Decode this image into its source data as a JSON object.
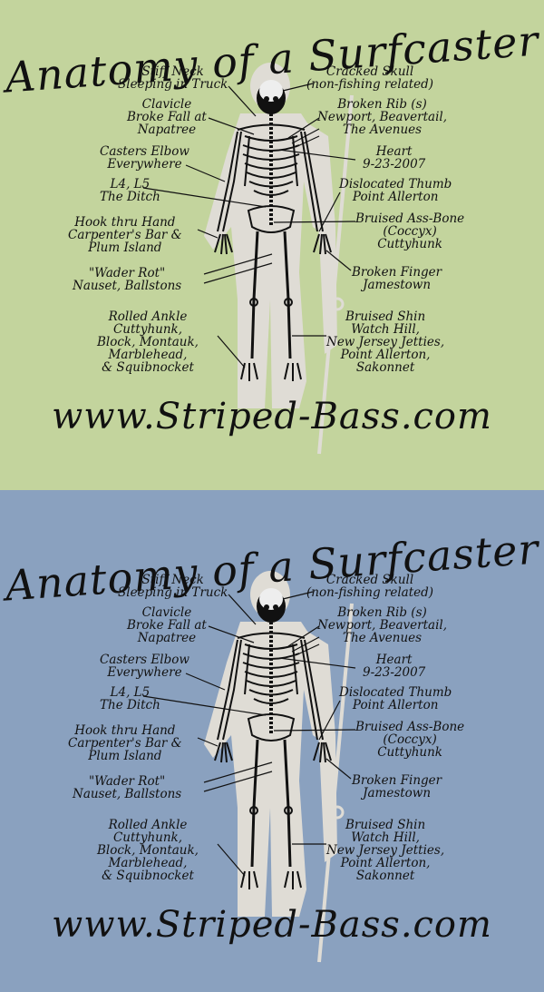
{
  "colors": {
    "top_bg": "#c3d49d",
    "bottom_bg": "#8aa1bf",
    "silhouette": "#dfdcd5",
    "ink": "#111111"
  },
  "title": "Anatomy of a Surfcaster",
  "website": "www.Striped-Bass.com",
  "labels": {
    "stiff_neck": [
      "Stiff Neck",
      "Sleeping in Truck"
    ],
    "cracked_skull": [
      "Cracked Skull",
      "(non-fishing related)"
    ],
    "clavicle": [
      "Clavicle",
      "Broke Fall at",
      "Napatree"
    ],
    "broken_rib": [
      "Broken Rib (s)",
      "Newport, Beavertail,",
      "The Avenues"
    ],
    "casters_elbow": [
      "Casters Elbow",
      "Everywhere"
    ],
    "heart": [
      "Heart",
      "9-23-2007"
    ],
    "l4_l5": [
      "L4, L5",
      "The Ditch"
    ],
    "dislocated_thumb": [
      "Dislocated Thumb",
      "Point Allerton"
    ],
    "hook_thru_hand": [
      "Hook thru Hand",
      "Carpenter's Bar &",
      "Plum Island"
    ],
    "bruised_ass_bone": [
      "Bruised Ass-Bone",
      "(Coccyx)",
      "Cuttyhunk"
    ],
    "wader_rot": [
      "\"Wader Rot\"",
      "Nauset, Ballstons"
    ],
    "broken_finger": [
      "Broken Finger",
      "Jamestown"
    ],
    "rolled_ankle": [
      "Rolled Ankle",
      "Cuttyhunk,",
      "Block, Montauk,",
      "Marblehead,",
      "& Squibnocket"
    ],
    "bruised_shin": [
      "Bruised Shin",
      "Watch Hill,",
      "New Jersey Jetties,",
      "Point Allerton,",
      "Sakonnet"
    ]
  }
}
